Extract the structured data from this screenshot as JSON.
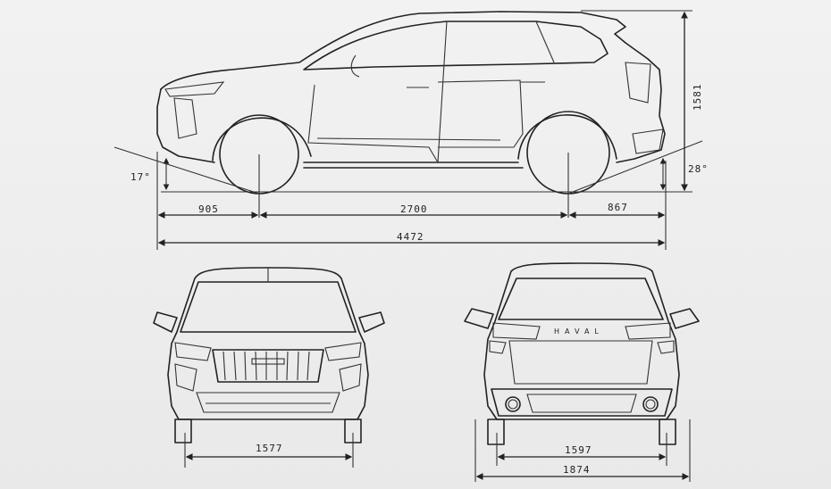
{
  "side_view": {
    "overall_height": "1581",
    "approach_angle": "17°",
    "departure_angle": "28°",
    "front_overhang": "905",
    "wheelbase": "2700",
    "rear_overhang": "867",
    "overall_length": "4472"
  },
  "front_view": {
    "front_track": "1577"
  },
  "rear_view": {
    "rear_track": "1597",
    "overall_width": "1874",
    "badge": "HAVAL"
  },
  "colors": {
    "ink": "#222222",
    "paper": "#eeeeee"
  }
}
